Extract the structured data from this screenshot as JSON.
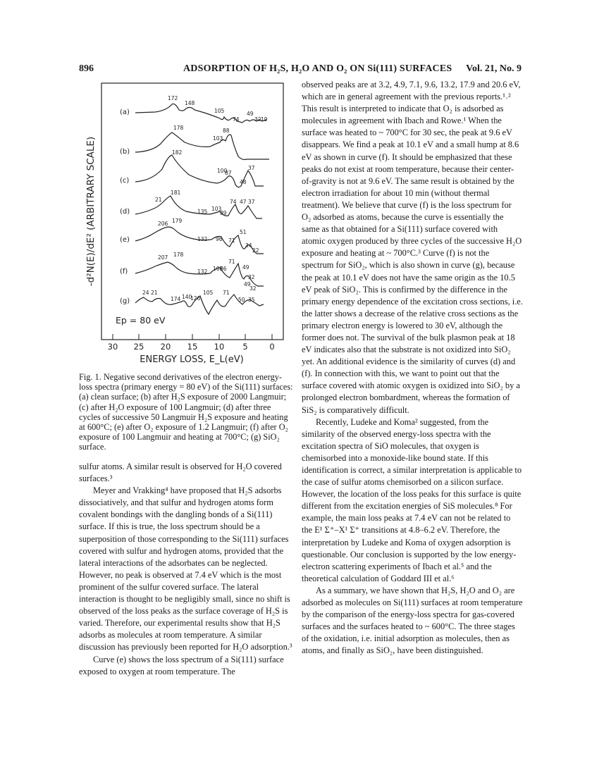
{
  "header": {
    "page_number": "896",
    "running_title": "ADSORPTION OF H₂S, H₂O AND O₂ ON Si(111) SURFACES",
    "volume": "Vol. 21, No. 9"
  },
  "figure": {
    "ylabel": "-d²N(E)/dE² (ARBITRARY SCALE)",
    "xlabel": "ENERGY LOSS, E_L(eV)",
    "xticks": [
      "30",
      "25",
      "20",
      "15",
      "10",
      "5",
      "0"
    ],
    "ep_label": "Ep = 80 eV",
    "curve_labels": [
      "(a)",
      "(b)",
      "(c)",
      "(d)",
      "(e)",
      "(f)",
      "(g)"
    ],
    "peak_labels": {
      "a": [
        "172",
        "148",
        "105",
        "74",
        "49",
        "32",
        "19"
      ],
      "b": [
        "178",
        "103",
        "88"
      ],
      "c": [
        "182",
        "100",
        "87",
        "48",
        "37"
      ],
      "d": [
        "21",
        "181",
        "135",
        "103",
        "89",
        "74",
        "47",
        "37"
      ],
      "e": [
        "206",
        "179",
        "132",
        "96",
        "71",
        "51",
        "34",
        "22"
      ],
      "f": [
        "207",
        "178",
        "132",
        "101",
        "86",
        "71",
        "49",
        "32"
      ],
      "g": [
        "24",
        "21",
        "174",
        "140",
        "126",
        "105",
        "71",
        "50",
        "35",
        "49",
        "32"
      ]
    }
  },
  "caption": "Fig. 1. Negative second derivatives of the electron energy-loss spectra (primary energy = 80 eV) of the Si(111) surfaces: (a) clean surface; (b) after H₂S exposure of 2000 Langmuir; (c) after H₂O exposure of 100 Langmuir; (d) after three cycles of successive 50 Langmuir H₂S exposure and heating at 600°C; (e) after O₂ exposure of 1.2 Langmuir; (f) after O₂ exposure of 100 Langmuir and heating at 700°C; (g) SiO₂ surface.",
  "left_column": [
    "sulfur atoms. A similar result is observed for H₂O covered surfaces.³",
    "Meyer and Vrakking⁴ have proposed that H₂S adsorbs dissociatively, and that sulfur and hydrogen atoms form covalent bondings with the dangling bonds of a Si(111) surface. If this is true, the loss spectrum should be a superposition of those corresponding to the Si(111) surfaces covered with sulfur and hydrogen atoms, provided that the lateral interactions of the adsorbates can be neglected. However, no peak is observed at 7.4 eV which is the most prominent of the sulfur covered surface. The lateral interaction is thought to be negligibly small, since no shift is observed of the loss peaks as the surface coverage of H₂S is varied. Therefore, our experimental results show that H₂S adsorbs as molecules at room temperature. A similar discussion has previously been reported for H₂O adsorption.³",
    "Curve (e) shows the loss spectrum of a Si(111) surface exposed to oxygen at room temperature. The"
  ],
  "right_column": [
    "observed peaks are at 3.2, 4.9, 7.1, 9.6, 13.2, 17.9 and 20.6 eV, which are in general agreement with the previous reports.¹˒² This result is interpreted to indicate that O₂ is adsorbed as molecules in agreement with Ibach and Rowe.¹ When the surface was heated to ~ 700°C for 30 sec, the peak at 9.6 eV disappears. We find a peak at 10.1 eV and a small hump at 8.6 eV as shown in curve (f). It should be emphasized that these peaks do not exist at room temperature, because their center-of-gravity is not at 9.6 eV. The same result is obtained by the electron irradiation for about 10 min (without thermal treatment). We believe that curve (f) is the loss spectrum for O₂ adsorbed as atoms, because the curve is essentially the same as that obtained for a Si(111) surface covered with atomic oxygen produced by three cycles of the successive H₂O exposure and heating at ~ 700°C.³ Curve (f) is not the spectrum for SiO₂, which is also shown in curve (g), because the peak at 10.1 eV does not have the same origin as the 10.5 eV peak of SiO₂. This is confirmed by the difference in the primary energy dependence of the excitation cross sections, i.e. the latter shows a decrease of the relative cross sections as the primary electron energy is lowered to 30 eV, although the former does not. The survival of the bulk plasmon peak at 18 eV indicates also that the substrate is not oxidized into SiO₂ yet. An additional evidence is the similarity of curves (d) and (f). In connection with this, we want to point out that the surface covered with atomic oxygen is oxidized into SiO₂ by a prolonged electron bombardment, whereas the formation of SiS₂ is comparatively difficult.",
    "Recently, Ludeke and Koma² suggested, from the similarity of the observed energy-loss spectra with the excitation spectra of SiO molecules, that oxygen is chemisorbed into a monoxide-like bound state. If this identification is correct, a similar interpretation is applicable to the case of sulfur atoms chemisorbed on a silicon surface. However, the location of the loss peaks for this surface is quite different from the excitation energies of SiS molecules.⁸ For example, the main loss peaks at 7.4 eV can not be related to the E¹ Σ⁺–X¹ Σ⁺ transitions at 4.8–6.2 eV. Therefore, the interpretation by Ludeke and Koma of oxygen adsorption is questionable. Our conclusion is supported by the low energy-electron scattering experiments of Ibach et al.⁵ and the theoretical calculation of Goddard III et al.⁶",
    "As a summary, we have shown that H₂S, H₂O and O₂ are adsorbed as molecules on Si(111) surfaces at room temperature by the comparison of the energy-loss spectra for gas-covered surfaces and the surfaces heated to ~ 600°C. The three stages of the oxidation, i.e. initial adsorption as molecules, then as atoms, and finally as SiO₂, have been distinguished."
  ]
}
